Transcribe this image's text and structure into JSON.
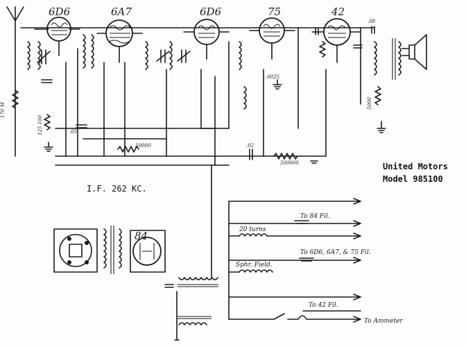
{
  "tubes": [
    "6D6",
    "6A7",
    "6D6",
    "75",
    "42"
  ],
  "rectifier": "84",
  "title": {
    "line1": "United Motors",
    "line2": "Model 985100"
  },
  "if_note": "I.F. 262 KC.",
  "component_labels": {
    "r_170m": "170 M",
    "r_125_100": "125 100",
    "c_05": ".05",
    "c_02": ".02",
    "c_08": ".08",
    "r_50000": "50000",
    "r_500000": "500000",
    "r_5000": "5000",
    "c_0025": ".0025"
  },
  "outputs": {
    "to_84_fil": "To 84 Fil.",
    "turns": "20 turns",
    "to_6d6": "To 6D6, 6A7, & 75 Fil.",
    "sphr_field": "Sphr. Field.",
    "to_42_fil": "To 42 Fil.",
    "to_ammeter": "To Ammeter"
  }
}
